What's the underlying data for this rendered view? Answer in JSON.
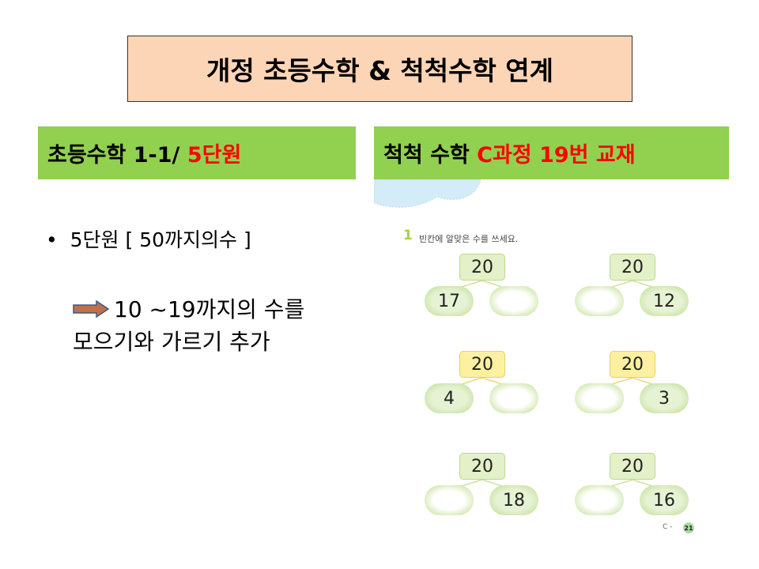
{
  "title": "개정 초등수학 & 척척수학 연계",
  "left_header": {
    "prefix": "초등수학 1-1/ ",
    "highlight": "5단원"
  },
  "right_header": {
    "prefix": "척척 수학 ",
    "highlight": "C과정 19번 교재"
  },
  "bullet": {
    "text": "5단원 [ 50까지의수 ]"
  },
  "sub": {
    "line1": "10 ~19까지의 수를",
    "line2": "모으기와 가르기 추가"
  },
  "exercise": {
    "number": "1",
    "instruction": "빈칸에 알맞은 수를 쓰세요.",
    "problems": [
      {
        "top": "20",
        "left": "17",
        "right": ""
      },
      {
        "top": "20",
        "left": "",
        "right": "12"
      },
      {
        "top": "20",
        "left": "4",
        "right": ""
      },
      {
        "top": "20",
        "left": "",
        "right": "3"
      },
      {
        "top": "20",
        "left": "",
        "right": "18"
      },
      {
        "top": "20",
        "left": "",
        "right": "16"
      }
    ],
    "page_prefix": "C -",
    "page_number": "21"
  }
}
